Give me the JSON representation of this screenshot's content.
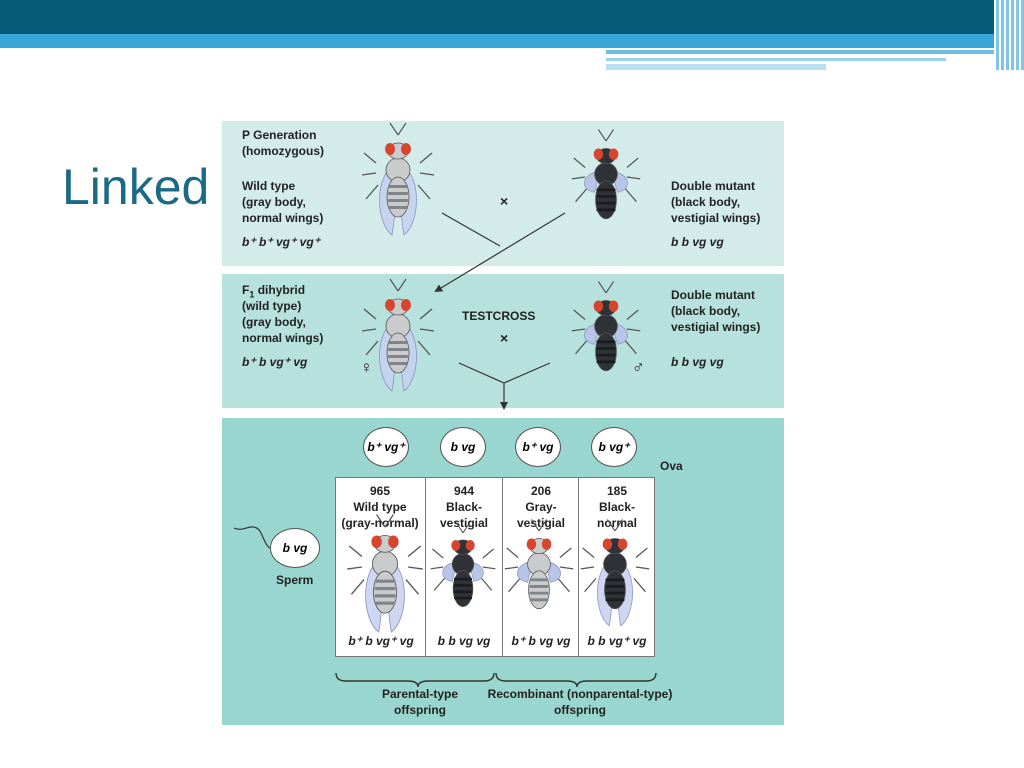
{
  "slide": {
    "title": "Linked",
    "colors": {
      "band_dark": "#055a78",
      "band_light": "#39a7d6",
      "title": "#1a6a86",
      "panel_light": "#d3ecea",
      "panel_mid": "#b7e1dc",
      "panel_dark": "#9ad6d0"
    }
  },
  "figure": {
    "p_generation": {
      "heading_1": "P Generation",
      "heading_2": "(homozygous)",
      "left_label": [
        "Wild type",
        "(gray body,",
        "normal wings)"
      ],
      "left_genotype": "b⁺ b⁺ vg⁺ vg⁺",
      "cross_symbol": "×",
      "right_label": [
        "Double mutant",
        "(black body,",
        "vestigial wings)"
      ],
      "right_genotype": "b b vg vg"
    },
    "f1_generation": {
      "left_label_1": "F",
      "left_label_1_sub": "1",
      "left_label_1_rest": " dihybrid",
      "left_label": [
        "(wild type)",
        "(gray body,",
        "normal wings)"
      ],
      "left_genotype": "b⁺ b vg⁺ vg",
      "female_symbol": "♀",
      "testcross_label": "TESTCROSS",
      "cross_symbol": "×",
      "right_label": [
        "Double mutant",
        "(black body,",
        "vestigial wings)"
      ],
      "right_genotype": "b b vg vg",
      "male_symbol": "♂"
    },
    "offspring": {
      "ova_label": "Ova",
      "sperm_label": "Sperm",
      "sperm_gamete": "b vg",
      "gametes": [
        "b⁺ vg⁺",
        "b vg",
        "b⁺ vg",
        "b vg⁺"
      ],
      "columns": [
        {
          "count": "965",
          "label": "Wild type\n(gray-normal)",
          "genotype": "b⁺ b vg⁺ vg"
        },
        {
          "count": "944",
          "label": "Black-\nvestigial",
          "genotype": "b b vg vg"
        },
        {
          "count": "206",
          "label": "Gray-\nvestigial",
          "genotype": "b⁺ b vg vg"
        },
        {
          "count": "185",
          "label": "Black-\nnormal",
          "genotype": "b b vg⁺ vg"
        }
      ],
      "parental_label": [
        "Parental-type",
        "offspring"
      ],
      "recombinant_label": [
        "Recombinant (nonparental-type)",
        "offspring"
      ]
    }
  }
}
